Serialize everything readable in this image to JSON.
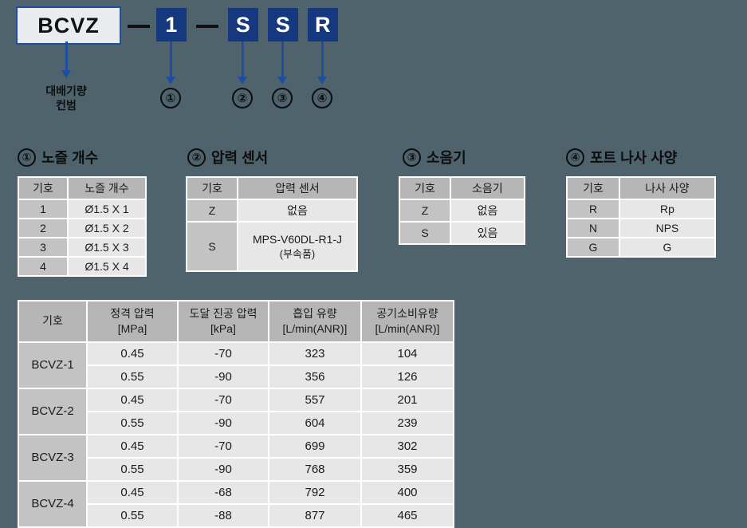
{
  "model_code": {
    "lead": {
      "label": "BCVZ",
      "caption_line1": "대배기량",
      "caption_line2": "컨범"
    },
    "separator": "—",
    "segments": [
      {
        "label": "1",
        "marker": "①"
      },
      {
        "label": "S",
        "marker": "②"
      },
      {
        "label": "S",
        "marker": "③"
      },
      {
        "label": "R",
        "marker": "④"
      }
    ]
  },
  "sections": [
    {
      "marker": "①",
      "title": "노즐 개수",
      "columns": [
        "기호",
        "노즐 개수"
      ],
      "rows": [
        [
          "1",
          "Ø1.5 X 1"
        ],
        [
          "2",
          "Ø1.5 X 2"
        ],
        [
          "3",
          "Ø1.5 X 3"
        ],
        [
          "4",
          "Ø1.5 X 4"
        ]
      ]
    },
    {
      "marker": "②",
      "title": "압력 센서",
      "columns": [
        "기호",
        "압력 센서"
      ],
      "rows": [
        [
          "Z",
          "없음"
        ],
        [
          "S",
          "MPS-V60DL-R1-J"
        ]
      ],
      "row_sub": [
        "",
        "(부속품)"
      ]
    },
    {
      "marker": "③",
      "title": "소음기",
      "columns": [
        "기호",
        "소음기"
      ],
      "rows": [
        [
          "Z",
          "없음"
        ],
        [
          "S",
          "있음"
        ]
      ]
    },
    {
      "marker": "④",
      "title": "포트 나사 사양",
      "columns": [
        "기호",
        "나사 사양"
      ],
      "rows": [
        [
          "R",
          "Rp"
        ],
        [
          "N",
          "NPS"
        ],
        [
          "G",
          "G"
        ]
      ]
    }
  ],
  "main_table": {
    "columns": [
      {
        "line1": "기호",
        "line2": ""
      },
      {
        "line1": "정격 압력",
        "line2": "[MPa]"
      },
      {
        "line1": "도달 진공 압력",
        "line2": "[kPa]"
      },
      {
        "line1": "흡입 유량",
        "line2": "[L/min(ANR)]"
      },
      {
        "line1": "공기소비유량",
        "line2": "[L/min(ANR)]"
      }
    ],
    "groups": [
      {
        "model": "BCVZ-1",
        "rows": [
          [
            "0.45",
            "-70",
            "323",
            "104"
          ],
          [
            "0.55",
            "-90",
            "356",
            "126"
          ]
        ]
      },
      {
        "model": "BCVZ-2",
        "rows": [
          [
            "0.45",
            "-70",
            "557",
            "201"
          ],
          [
            "0.55",
            "-90",
            "604",
            "239"
          ]
        ]
      },
      {
        "model": "BCVZ-3",
        "rows": [
          [
            "0.45",
            "-70",
            "699",
            "302"
          ],
          [
            "0.55",
            "-90",
            "768",
            "359"
          ]
        ]
      },
      {
        "model": "BCVZ-4",
        "rows": [
          [
            "0.45",
            "-68",
            "792",
            "400"
          ],
          [
            "0.55",
            "-88",
            "877",
            "465"
          ]
        ]
      }
    ]
  },
  "colors": {
    "background": "#4e636b",
    "code_box": "#16387f",
    "connector": "#1d4ea0",
    "header_cell": "#b6b6b6",
    "key_cell": "#c3c3c3",
    "value_cell": "#e7e7e7"
  }
}
